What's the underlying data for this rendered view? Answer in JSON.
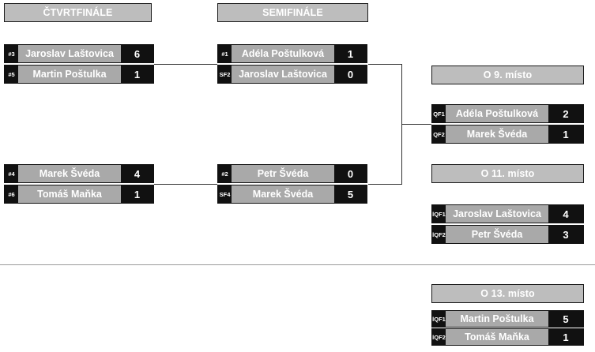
{
  "headers": {
    "quarterfinal": "ČTVRTFINÁLE",
    "semifinal": "SEMIFINÁLE",
    "place9": "O 9. místo",
    "place11": "O 11. místo",
    "place13": "O 13. místo"
  },
  "qf1": {
    "a": {
      "seed": "#3",
      "name": "Jaroslav Laštovica",
      "score": "6"
    },
    "b": {
      "seed": "#5",
      "name": "Martin Poštulka",
      "score": "1"
    }
  },
  "qf2": {
    "a": {
      "seed": "#4",
      "name": "Marek Švéda",
      "score": "4"
    },
    "b": {
      "seed": "#6",
      "name": "Tomáš Maňka",
      "score": "1"
    }
  },
  "sf1": {
    "a": {
      "seed": "#1",
      "name": "Adéla Poštulková",
      "score": "1"
    },
    "b": {
      "seed": "SF2",
      "name": "Jaroslav Laštovica",
      "score": "0"
    }
  },
  "sf2": {
    "a": {
      "seed": "#2",
      "name": "Petr Švéda",
      "score": "0"
    },
    "b": {
      "seed": "SF4",
      "name": "Marek Švéda",
      "score": "5"
    }
  },
  "p9": {
    "a": {
      "seed": "QF1",
      "name": "Adéla Poštulková",
      "score": "2"
    },
    "b": {
      "seed": "QF2",
      "name": "Marek Švéda",
      "score": "1"
    }
  },
  "p11": {
    "a": {
      "seed": "lQF1",
      "name": "Jaroslav Laštovica",
      "score": "4"
    },
    "b": {
      "seed": "lQF2",
      "name": "Petr Švéda",
      "score": "3"
    }
  },
  "p13": {
    "a": {
      "seed": "lQF1",
      "name": "Martin Poštulka",
      "score": "5"
    },
    "b": {
      "seed": "lQF2",
      "name": "Tomáš Maňka",
      "score": "1"
    }
  }
}
